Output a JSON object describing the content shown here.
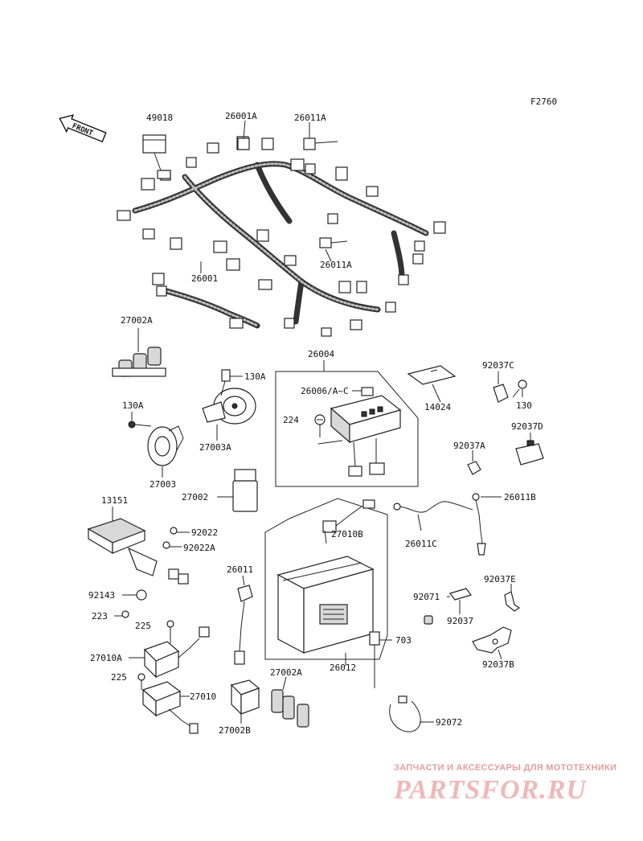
{
  "figure_code": "F2760",
  "front_label": "FRONT",
  "labels": {
    "p49018": "49018",
    "p26001A": "26001A",
    "p26011A_top": "26011A",
    "p26011A_mid": "26011A",
    "p26001": "26001",
    "p27002A_top": "27002A",
    "p26004": "26004",
    "p92037C": "92037C",
    "p130A_a": "130A",
    "p26006": "26006/A~C",
    "p14024": "14024",
    "p130": "130",
    "p130A_b": "130A",
    "p224": "224",
    "p27003A": "27003A",
    "p92037D": "92037D",
    "p92037A": "92037A",
    "p27003": "27003",
    "p27002": "27002",
    "p26011B": "26011B",
    "p13151": "13151",
    "p92022": "92022",
    "p92022A": "92022A",
    "p27010B": "27010B",
    "p26011C": "26011C",
    "p26011": "26011",
    "p92143": "92143",
    "p92037E": "92037E",
    "p92071": "92071",
    "p223": "223",
    "p92037": "92037",
    "p225_a": "225",
    "p703": "703",
    "p27010A": "27010A",
    "p26012": "26012",
    "p92037B": "92037B",
    "p225_b": "225",
    "p27002A_bot": "27002A",
    "p27010": "27010",
    "p27002B": "27002B",
    "p92072": "92072"
  },
  "watermark": {
    "tagline": "ЗАПЧАСТИ И АКСЕССУАРЫ ДЛЯ МОТОТЕХНИКИ",
    "logo": "PARTSFOR.RU",
    "color": "#f0b8b8"
  }
}
